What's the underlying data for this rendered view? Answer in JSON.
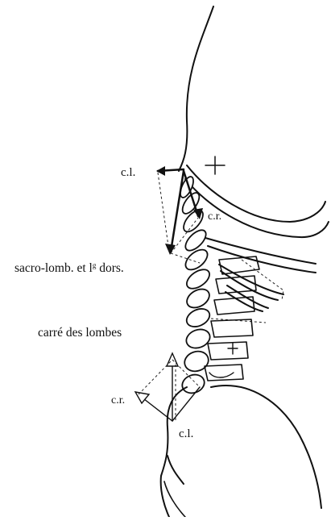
{
  "figure": {
    "labels": {
      "cl_upper": "c.l.",
      "cr_upper": "c.r.",
      "sacro_lomb": "sacro-lomb. et l",
      "sacro_lomb_sup": "g",
      "sacro_lomb_end": " dors.",
      "carre_lombes": "carré des lombes",
      "cr_lower": "c.r.",
      "cl_lower": "c.l."
    },
    "colors": {
      "ink": "#111111",
      "paper": "#ffffff"
    }
  }
}
